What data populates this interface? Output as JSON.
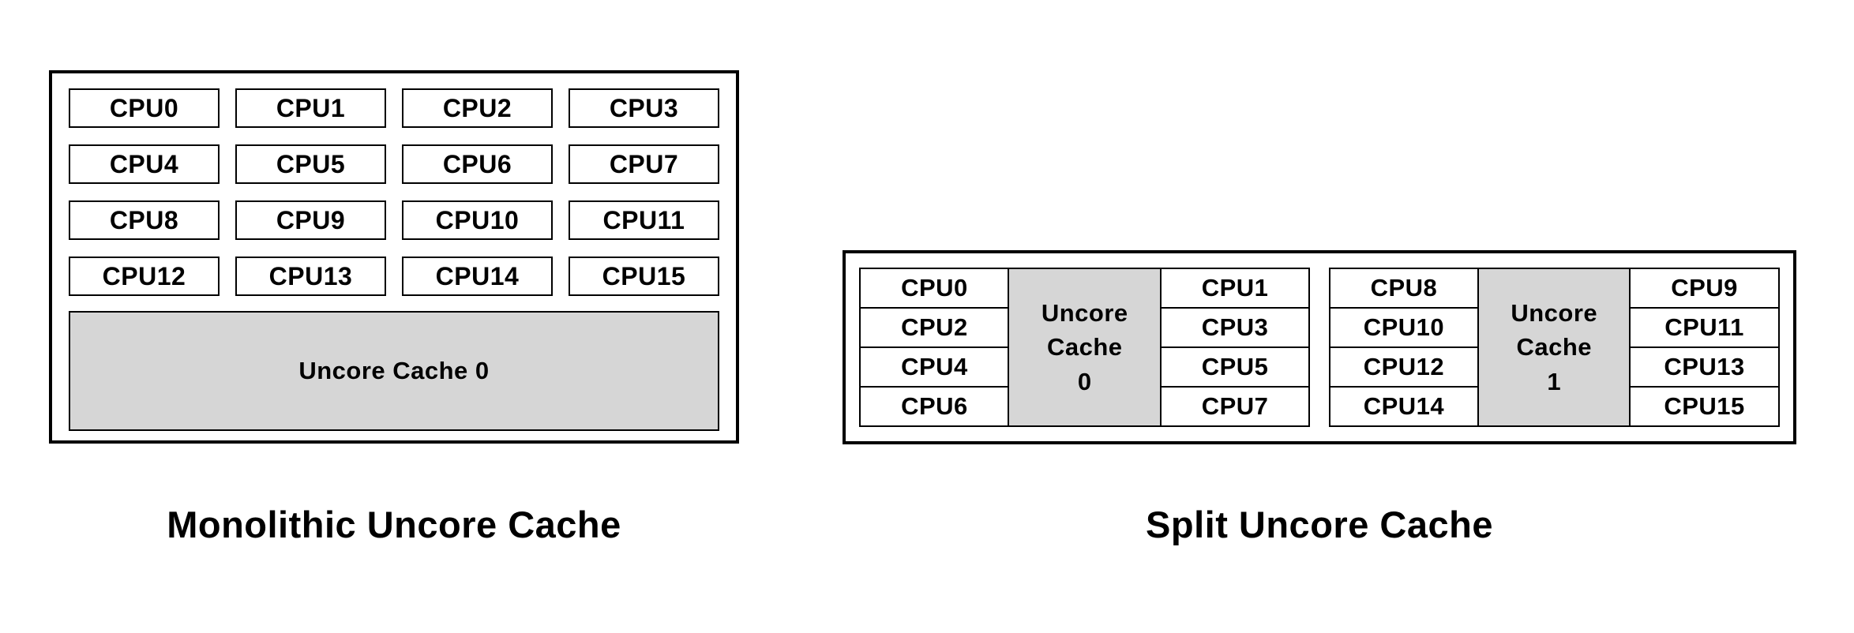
{
  "colors": {
    "background": "#ffffff",
    "border": "#000000",
    "cache_fill": "#d6d6d6",
    "text": "#000000"
  },
  "monolithic": {
    "caption": "Monolithic Uncore Cache",
    "cache_label": "Uncore Cache 0",
    "cpus": [
      "CPU0",
      "CPU1",
      "CPU2",
      "CPU3",
      "CPU4",
      "CPU5",
      "CPU6",
      "CPU7",
      "CPU8",
      "CPU9",
      "CPU10",
      "CPU11",
      "CPU12",
      "CPU13",
      "CPU14",
      "CPU15"
    ]
  },
  "split": {
    "caption": "Split Uncore Cache",
    "groups": [
      {
        "left_cpus": [
          "CPU0",
          "CPU2",
          "CPU4",
          "CPU6"
        ],
        "cache_lines": [
          "Uncore",
          "Cache",
          "0"
        ],
        "right_cpus": [
          "CPU1",
          "CPU3",
          "CPU5",
          "CPU7"
        ]
      },
      {
        "left_cpus": [
          "CPU8",
          "CPU10",
          "CPU12",
          "CPU14"
        ],
        "cache_lines": [
          "Uncore",
          "Cache",
          "1"
        ],
        "right_cpus": [
          "CPU9",
          "CPU11",
          "CPU13",
          "CPU15"
        ]
      }
    ]
  }
}
